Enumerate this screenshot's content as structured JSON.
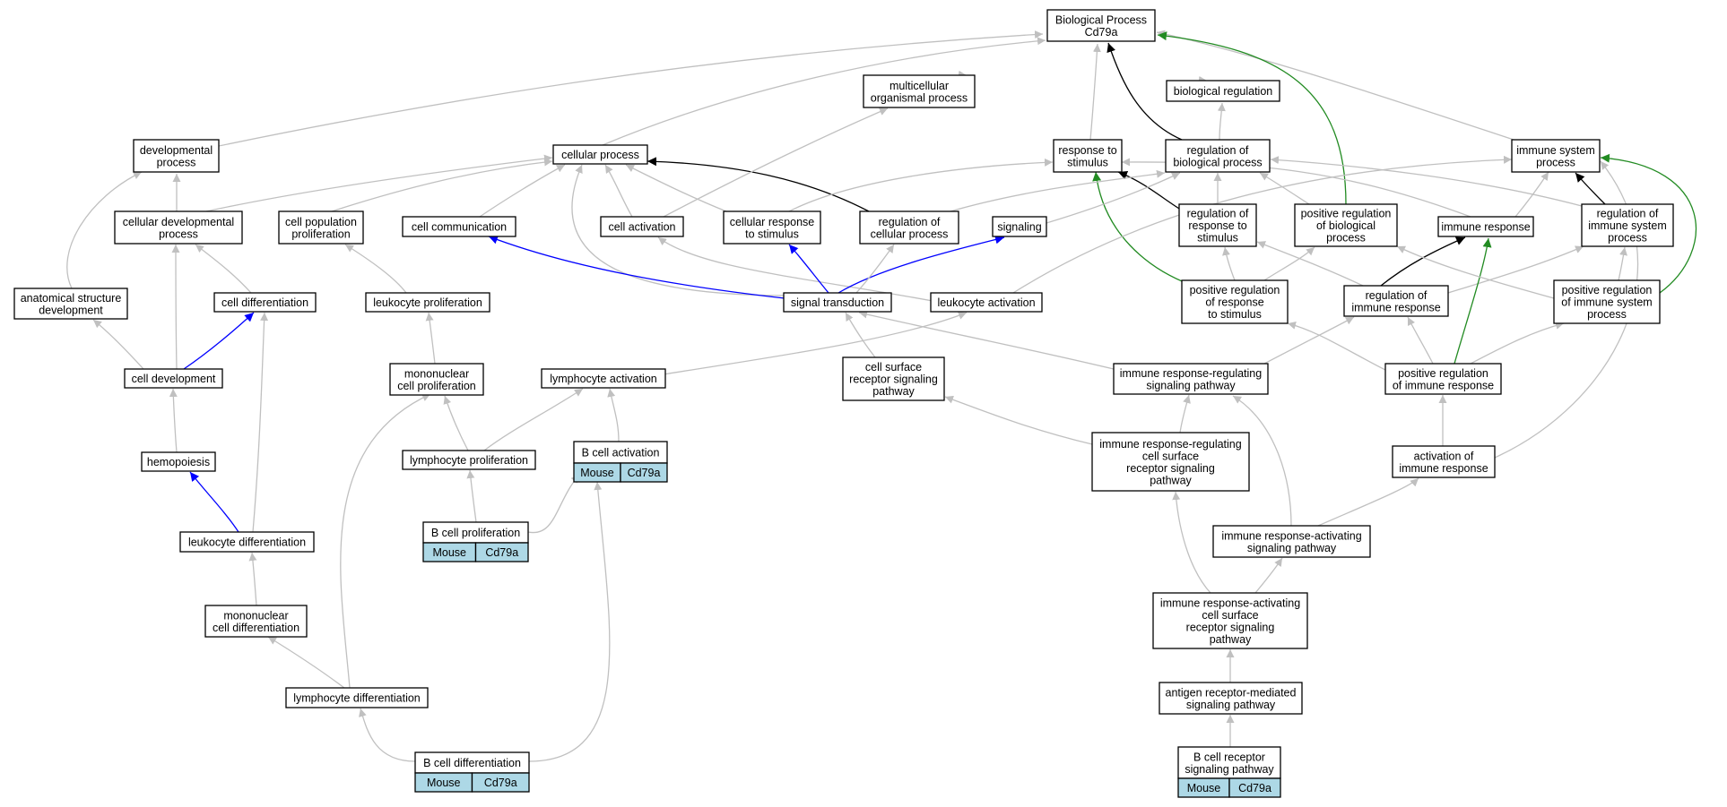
{
  "graph": {
    "nodes": [
      {
        "id": "bp",
        "lines": [
          "Biological Process",
          "Cd79a"
        ]
      },
      {
        "id": "mop",
        "lines": [
          "multicellular",
          "organismal process"
        ]
      },
      {
        "id": "breg",
        "lines": [
          "biological regulation"
        ]
      },
      {
        "id": "devp",
        "lines": [
          "developmental",
          "process"
        ]
      },
      {
        "id": "cellp",
        "lines": [
          "cellular process"
        ]
      },
      {
        "id": "rts",
        "lines": [
          "response to",
          "stimulus"
        ]
      },
      {
        "id": "rbp",
        "lines": [
          "regulation of",
          "biological process"
        ]
      },
      {
        "id": "isp",
        "lines": [
          "immune system",
          "process"
        ]
      },
      {
        "id": "cdp",
        "lines": [
          "cellular developmental",
          "process"
        ]
      },
      {
        "id": "cpp",
        "lines": [
          "cell population",
          "proliferation"
        ]
      },
      {
        "id": "ccom",
        "lines": [
          "cell communication"
        ]
      },
      {
        "id": "cact",
        "lines": [
          "cell activation"
        ]
      },
      {
        "id": "crs",
        "lines": [
          "cellular response",
          "to stimulus"
        ]
      },
      {
        "id": "rcp",
        "lines": [
          "regulation of",
          "cellular process"
        ]
      },
      {
        "id": "sig",
        "lines": [
          "signaling"
        ]
      },
      {
        "id": "rrs",
        "lines": [
          "regulation of",
          "response to",
          "stimulus"
        ]
      },
      {
        "id": "prbp",
        "lines": [
          "positive regulation",
          "of biological",
          "process"
        ]
      },
      {
        "id": "ir",
        "lines": [
          "immune response"
        ]
      },
      {
        "id": "risp",
        "lines": [
          "regulation of",
          "immune system",
          "process"
        ]
      },
      {
        "id": "asd",
        "lines": [
          "anatomical structure",
          "development"
        ]
      },
      {
        "id": "cdiff",
        "lines": [
          "cell differentiation"
        ]
      },
      {
        "id": "lprol",
        "lines": [
          "leukocyte proliferation"
        ]
      },
      {
        "id": "st",
        "lines": [
          "signal transduction"
        ]
      },
      {
        "id": "lact",
        "lines": [
          "leukocyte activation"
        ]
      },
      {
        "id": "prrs",
        "lines": [
          "positive regulation",
          "of response",
          "to stimulus"
        ]
      },
      {
        "id": "rir",
        "lines": [
          "regulation of",
          "immune response"
        ]
      },
      {
        "id": "prisp",
        "lines": [
          "positive regulation",
          "of immune system",
          "process"
        ]
      },
      {
        "id": "cdev",
        "lines": [
          "cell development"
        ]
      },
      {
        "id": "mcp",
        "lines": [
          "mononuclear",
          "cell proliferation"
        ]
      },
      {
        "id": "lyact",
        "lines": [
          "lymphocyte activation"
        ]
      },
      {
        "id": "csrsp",
        "lines": [
          "cell surface",
          "receptor signaling",
          "pathway"
        ]
      },
      {
        "id": "irrsp",
        "lines": [
          "immune response-regulating",
          "signaling pathway"
        ]
      },
      {
        "id": "prir",
        "lines": [
          "positive regulation",
          "of immune response"
        ]
      },
      {
        "id": "hemo",
        "lines": [
          "hemopoiesis"
        ]
      },
      {
        "id": "lyprol",
        "lines": [
          "lymphocyte proliferation"
        ]
      },
      {
        "id": "bact",
        "lines": [
          "B cell activation"
        ],
        "tags": [
          "Mouse",
          "Cd79a"
        ]
      },
      {
        "id": "irrcs",
        "lines": [
          "immune response-regulating",
          "cell surface",
          "receptor signaling",
          "pathway"
        ]
      },
      {
        "id": "aoir",
        "lines": [
          "activation of",
          "immune response"
        ]
      },
      {
        "id": "bprol",
        "lines": [
          "B cell proliferation"
        ],
        "tags": [
          "Mouse",
          "Cd79a"
        ]
      },
      {
        "id": "ldiff",
        "lines": [
          "leukocyte differentiation"
        ]
      },
      {
        "id": "irasp",
        "lines": [
          "immune response-activating",
          "signaling pathway"
        ]
      },
      {
        "id": "mcdiff",
        "lines": [
          "mononuclear",
          "cell differentiation"
        ]
      },
      {
        "id": "iracs",
        "lines": [
          "immune response-activating",
          "cell surface",
          "receptor signaling",
          "pathway"
        ]
      },
      {
        "id": "lydiff",
        "lines": [
          "lymphocyte differentiation"
        ]
      },
      {
        "id": "armsp",
        "lines": [
          "antigen receptor-mediated",
          "signaling pathway"
        ]
      },
      {
        "id": "bdiff",
        "lines": [
          "B cell differentiation"
        ],
        "tags": [
          "Mouse",
          "Cd79a"
        ]
      },
      {
        "id": "bcrsp",
        "lines": [
          "B cell receptor",
          "signaling pathway"
        ],
        "tags": [
          "Mouse",
          "Cd79a"
        ]
      }
    ],
    "edge_colors": {
      "is_a": "#c0c0c0",
      "part_of": "#0000ff",
      "regulates": "#000000",
      "positively_regulates": "#228b22"
    },
    "tag_color": "#add8e6",
    "edges": [
      {
        "from": "mop",
        "to": "bp",
        "type": "is_a"
      },
      {
        "from": "breg",
        "to": "bp",
        "type": "is_a"
      },
      {
        "from": "devp",
        "to": "bp",
        "type": "is_a"
      },
      {
        "from": "cellp",
        "to": "bp",
        "type": "is_a"
      },
      {
        "from": "rts",
        "to": "bp",
        "type": "is_a"
      },
      {
        "from": "rbp",
        "to": "bp",
        "type": "regulates"
      },
      {
        "from": "isp",
        "to": "bp",
        "type": "is_a"
      },
      {
        "from": "prbp",
        "to": "bp",
        "type": "positively_regulates"
      },
      {
        "from": "rbp",
        "to": "breg",
        "type": "is_a"
      },
      {
        "from": "cdp",
        "to": "devp",
        "type": "is_a"
      },
      {
        "from": "asd",
        "to": "devp",
        "type": "is_a"
      },
      {
        "from": "cdp",
        "to": "cellp",
        "type": "is_a"
      },
      {
        "from": "cpp",
        "to": "cellp",
        "type": "is_a"
      },
      {
        "from": "ccom",
        "to": "cellp",
        "type": "is_a"
      },
      {
        "from": "cact",
        "to": "cellp",
        "type": "is_a"
      },
      {
        "from": "crs",
        "to": "cellp",
        "type": "is_a"
      },
      {
        "from": "st",
        "to": "cellp",
        "type": "is_a"
      },
      {
        "from": "rcp",
        "to": "cellp",
        "type": "regulates"
      },
      {
        "from": "cact",
        "to": "mop",
        "type": "is_a"
      },
      {
        "from": "crs",
        "to": "rts",
        "type": "is_a"
      },
      {
        "from": "rrs",
        "to": "rts",
        "type": "regulates"
      },
      {
        "from": "prrs",
        "to": "rts",
        "type": "positively_regulates"
      },
      {
        "from": "rcp",
        "to": "rbp",
        "type": "is_a"
      },
      {
        "from": "rrs",
        "to": "rbp",
        "type": "is_a"
      },
      {
        "from": "prbp",
        "to": "rbp",
        "type": "is_a"
      },
      {
        "from": "risp",
        "to": "rbp",
        "type": "is_a"
      },
      {
        "from": "sig",
        "to": "rbp",
        "type": "is_a"
      },
      {
        "from": "ir",
        "to": "rts",
        "type": "is_a"
      },
      {
        "from": "ir",
        "to": "isp",
        "type": "is_a"
      },
      {
        "from": "risp",
        "to": "isp",
        "type": "regulates"
      },
      {
        "from": "prisp",
        "to": "isp",
        "type": "positively_regulates"
      },
      {
        "from": "lact",
        "to": "isp",
        "type": "is_a"
      },
      {
        "from": "aoir",
        "to": "isp",
        "type": "is_a"
      },
      {
        "from": "prrs",
        "to": "rrs",
        "type": "is_a"
      },
      {
        "from": "prrs",
        "to": "prbp",
        "type": "is_a"
      },
      {
        "from": "rir",
        "to": "rrs",
        "type": "is_a"
      },
      {
        "from": "rir",
        "to": "risp",
        "type": "is_a"
      },
      {
        "from": "rir",
        "to": "ir",
        "type": "regulates"
      },
      {
        "from": "prir",
        "to": "ir",
        "type": "positively_regulates"
      },
      {
        "from": "prisp",
        "to": "risp",
        "type": "is_a"
      },
      {
        "from": "prisp",
        "to": "prbp",
        "type": "is_a"
      },
      {
        "from": "prir",
        "to": "rir",
        "type": "is_a"
      },
      {
        "from": "prir",
        "to": "prisp",
        "type": "is_a"
      },
      {
        "from": "prir",
        "to": "prrs",
        "type": "is_a"
      },
      {
        "from": "aoir",
        "to": "prir",
        "type": "is_a"
      },
      {
        "from": "cdiff",
        "to": "cdp",
        "type": "is_a"
      },
      {
        "from": "cdev",
        "to": "cdp",
        "type": "is_a"
      },
      {
        "from": "cdev",
        "to": "asd",
        "type": "is_a"
      },
      {
        "from": "cdev",
        "to": "cdiff",
        "type": "part_of"
      },
      {
        "from": "ldiff",
        "to": "cdiff",
        "type": "is_a"
      },
      {
        "from": "hemo",
        "to": "cdev",
        "type": "is_a"
      },
      {
        "from": "ldiff",
        "to": "hemo",
        "type": "part_of"
      },
      {
        "from": "mcdiff",
        "to": "ldiff",
        "type": "is_a"
      },
      {
        "from": "lydiff",
        "to": "mcdiff",
        "type": "is_a"
      },
      {
        "from": "lydiff",
        "to": "lyact",
        "type": "is_a"
      },
      {
        "from": "bdiff",
        "to": "lydiff",
        "type": "is_a"
      },
      {
        "from": "bdiff",
        "to": "bact",
        "type": "is_a"
      },
      {
        "from": "lprol",
        "to": "cpp",
        "type": "is_a"
      },
      {
        "from": "mcp",
        "to": "lprol",
        "type": "is_a"
      },
      {
        "from": "lyprol",
        "to": "mcp",
        "type": "is_a"
      },
      {
        "from": "lyprol",
        "to": "lyact",
        "type": "is_a"
      },
      {
        "from": "bprol",
        "to": "lyprol",
        "type": "is_a"
      },
      {
        "from": "bprol",
        "to": "bact",
        "type": "is_a"
      },
      {
        "from": "bact",
        "to": "lyact",
        "type": "is_a"
      },
      {
        "from": "lyact",
        "to": "lact",
        "type": "is_a"
      },
      {
        "from": "lact",
        "to": "cact",
        "type": "is_a"
      },
      {
        "from": "st",
        "to": "ccom",
        "type": "part_of"
      },
      {
        "from": "st",
        "to": "crs",
        "type": "part_of"
      },
      {
        "from": "st",
        "to": "sig",
        "type": "part_of"
      },
      {
        "from": "st",
        "to": "rcp",
        "type": "is_a"
      },
      {
        "from": "csrsp",
        "to": "st",
        "type": "is_a"
      },
      {
        "from": "irrsp",
        "to": "st",
        "type": "is_a"
      },
      {
        "from": "irrsp",
        "to": "rir",
        "type": "is_a"
      },
      {
        "from": "irrcs",
        "to": "csrsp",
        "type": "is_a"
      },
      {
        "from": "irrcs",
        "to": "irrsp",
        "type": "is_a"
      },
      {
        "from": "irasp",
        "to": "irrsp",
        "type": "is_a"
      },
      {
        "from": "irasp",
        "to": "aoir",
        "type": "is_a"
      },
      {
        "from": "iracs",
        "to": "irrcs",
        "type": "is_a"
      },
      {
        "from": "iracs",
        "to": "irasp",
        "type": "is_a"
      },
      {
        "from": "armsp",
        "to": "iracs",
        "type": "is_a"
      },
      {
        "from": "bcrsp",
        "to": "armsp",
        "type": "is_a"
      }
    ]
  }
}
